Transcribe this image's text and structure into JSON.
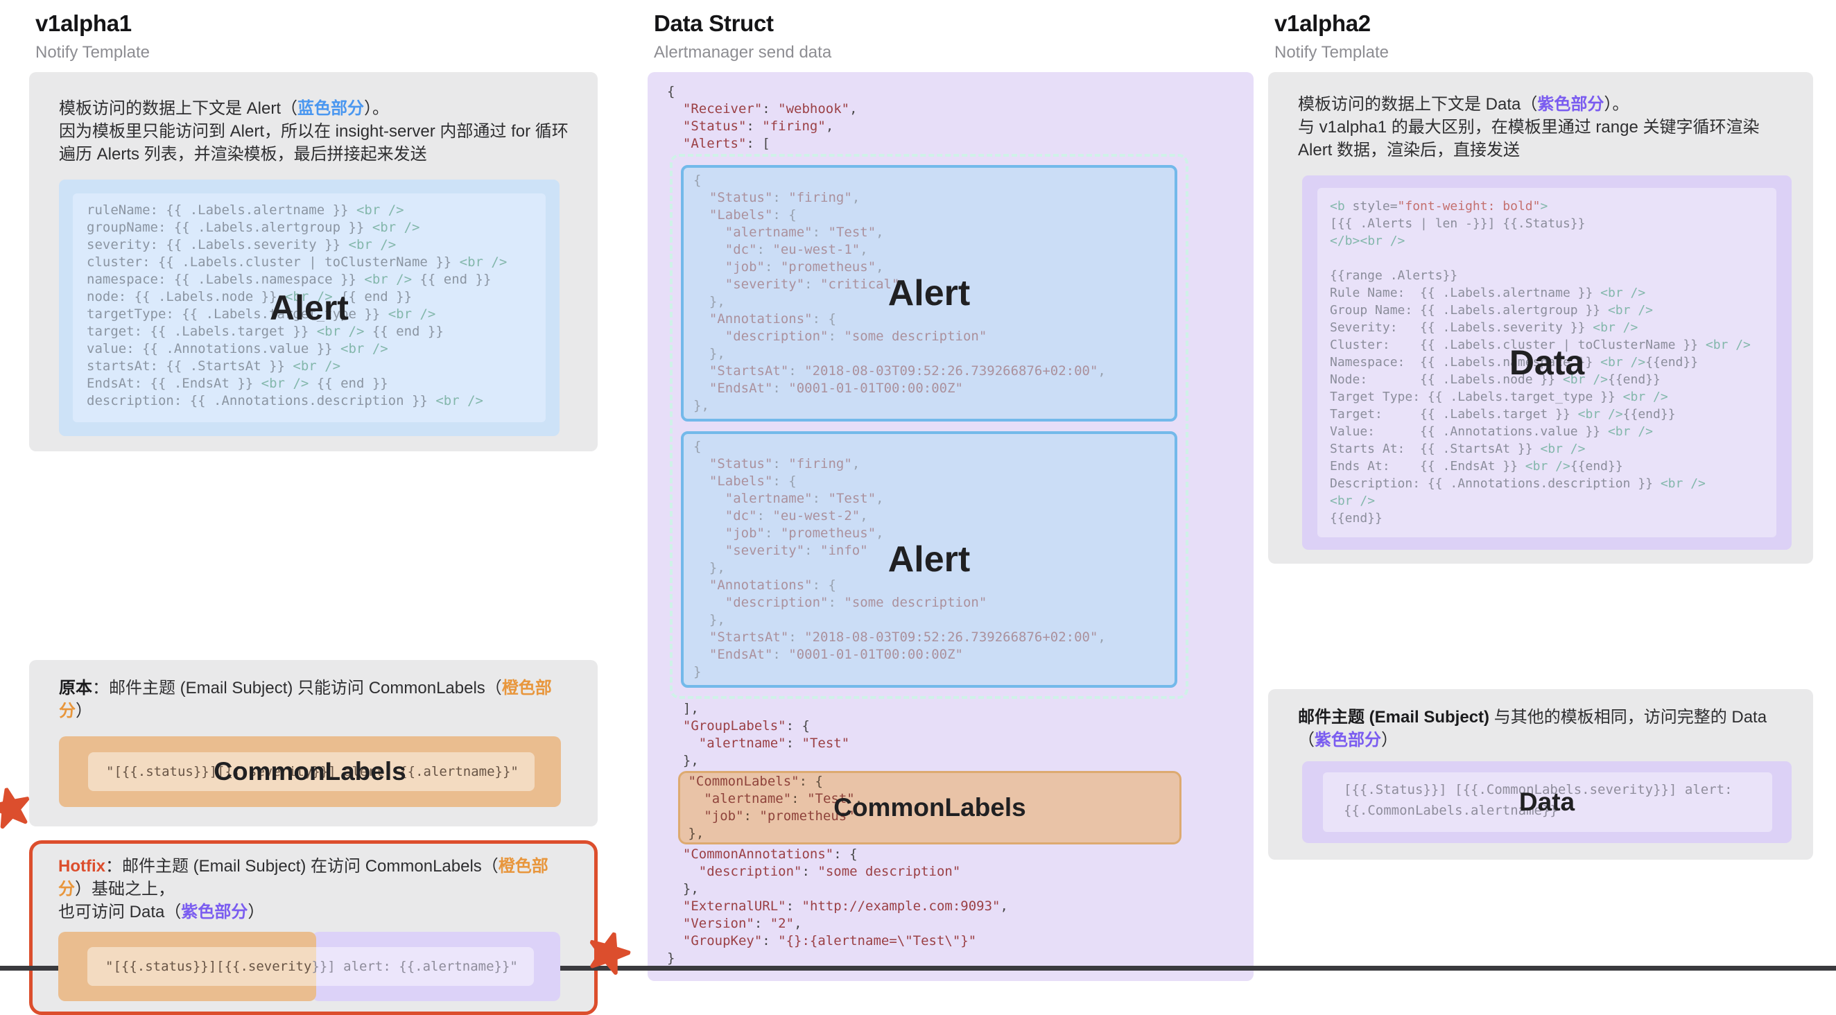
{
  "colors": {
    "accent-blue": "#4a97f0",
    "accent-orange": "#e8963c",
    "accent-purple": "#7a5cf0",
    "accent-red": "#dc4e2d",
    "panel-gray": "#e9e9ea",
    "lavender": "#e7def8",
    "lavender-deep": "#dcd1f6",
    "blue-block": "#cde2f7",
    "blue-border": "#73b9ea",
    "mint-dash": "#cff2e8",
    "orange-fill": "#eabd8f",
    "json-red": "#9b4045",
    "code-gray": "#8b95a2",
    "tag-teal": "#83b7ab",
    "tpl-red": "#c4706f",
    "bar-dark": "#3a3a3e"
  },
  "v1alpha1": {
    "title": "v1alpha1",
    "subtitle": "Notify Template",
    "intro_pre": "模板访问的数据上下文是 Alert（",
    "intro_hl": "蓝色部分",
    "intro_post": "）。",
    "intro_line2": "因为模板里只能访问到 Alert，所以在 insight-server 内部通过 for 循环遍历 Alerts 列表，并渲染模板，最后拼接起来发送",
    "watermark": "Alert",
    "template_code": "ruleName: {{ .Labels.alertname }} <br />\ngroupName: {{ .Labels.alertgroup }} <br />\nseverity: {{ .Labels.severity }} <br />\ncluster: {{ .Labels.cluster | toClusterName }} <br />\nnamespace: {{ .Labels.namespace }} <br /> {{ end }}\nnode: {{ .Labels.node }} <br /> {{ end }}\ntargetType: {{ .Labels.target_type }} <br />\ntarget: {{ .Labels.target }} <br /> {{ end }}\nvalue: {{ .Annotations.value }} <br />\nstartsAt: {{ .StartsAt }} <br />\nEndsAt: {{ .EndsAt }} <br /> {{ end }}\ndescription: {{ .Annotations.description }} <br />",
    "original": {
      "label": "原本",
      "text_pre": "：邮件主题 (Email Subject) 只能访问 CommonLabels（",
      "text_hl": "橙色部分",
      "text_post": "）",
      "code": "\"[{{.status}}][{{.severity}}] alert: {{.alertname}}\"",
      "watermark": "CommonLabels"
    },
    "hotfix": {
      "label": "Hotfix",
      "t1": "：邮件主题 (Email Subject) 在访问 CommonLabels（",
      "t2": "橙色部分",
      "t3": "）基础之上，",
      "t4": "也可访问 Data（",
      "t5": "紫色部分",
      "t6": "）",
      "code_left": "\"[{{.status}}][{{.severity",
      "code_right": "}}] alert: {{.alertname}}\""
    }
  },
  "data_struct": {
    "title": "Data Struct",
    "subtitle": "Alertmanager send data",
    "json_head": "{\n  \"Receiver\": \"webhook\",\n  \"Status\": \"firing\",\n  \"Alerts\": [",
    "alert1": "{\n  \"Status\": \"firing\",\n  \"Labels\": {\n    \"alertname\": \"Test\",\n    \"dc\": \"eu-west-1\",\n    \"job\": \"prometheus\",\n    \"severity\": \"critical\"\n  },\n  \"Annotations\": {\n    \"description\": \"some description\"\n  },\n  \"StartsAt\": \"2018-08-03T09:52:26.739266876+02:00\",\n  \"EndsAt\": \"0001-01-01T00:00:00Z\"\n},",
    "alert2": "{\n  \"Status\": \"firing\",\n  \"Labels\": {\n    \"alertname\": \"Test\",\n    \"dc\": \"eu-west-2\",\n    \"job\": \"prometheus\",\n    \"severity\": \"info\"\n  },\n  \"Annotations\": {\n    \"description\": \"some description\"\n  },\n  \"StartsAt\": \"2018-08-03T09:52:26.739266876+02:00\",\n  \"EndsAt\": \"0001-01-01T00:00:00Z\"\n}",
    "json_mid": "  ],\n  \"GroupLabels\": {\n    \"alertname\": \"Test\"\n  },",
    "common_labels": " \"CommonLabels\": {\n   \"alertname\": \"Test\",\n   \"job\": \"prometheus\"\n },",
    "json_tail": "  \"CommonAnnotations\": {\n    \"description\": \"some description\"\n  },\n  \"ExternalURL\": \"http://example.com:9093\",\n  \"Version\": \"2\",\n  \"GroupKey\": \"{}:{alertname=\\\"Test\\\"}\"\n}",
    "alert_watermark": "Alert",
    "common_watermark": "CommonLabels"
  },
  "v1alpha2": {
    "title": "v1alpha2",
    "subtitle": "Notify Template",
    "intro_pre": "模板访问的数据上下文是 Data（",
    "intro_hl": "紫色部分",
    "intro_post": "）。",
    "intro_line2": "与 v1alpha1 的最大区别，在模板里通过 range 关键字循环渲染 Alert 数据，渲染后，直接发送",
    "watermark": "Data",
    "template_code": "<b style=\"font-weight: bold\">\n[{{ .Alerts | len -}}] {{.Status}}\n</b><br />\n\n{{range .Alerts}}\nRule Name:  {{ .Labels.alertname }} <br />\nGroup Name: {{ .Labels.alertgroup }} <br />\nSeverity:   {{ .Labels.severity }} <br />\nCluster:    {{ .Labels.cluster | toClusterName }} <br />\nNamespace:  {{ .Labels.namespace }} <br />{{end}}\nNode:       {{ .Labels.node }} <br />{{end}}\nTarget Type: {{ .Labels.target_type }} <br />\nTarget:     {{ .Labels.target }} <br />{{end}}\nValue:      {{ .Annotations.value }} <br />\nStarts At:  {{ .StartsAt }} <br />\nEnds At:    {{ .EndsAt }} <br />{{end}}\nDescription: {{ .Annotations.description }} <br />\n<br />\n{{end}}",
    "subject": {
      "label": "邮件主题 (Email Subject)",
      "text_pre": " 与其他的模板相同，访问完整的 Data（",
      "text_hl": "紫色部分",
      "text_post": "）",
      "code": "[{{.Status}}] [{{.CommonLabels.severity}}] alert: {{.CommonLabels.alertname}}",
      "watermark": "Data"
    }
  }
}
